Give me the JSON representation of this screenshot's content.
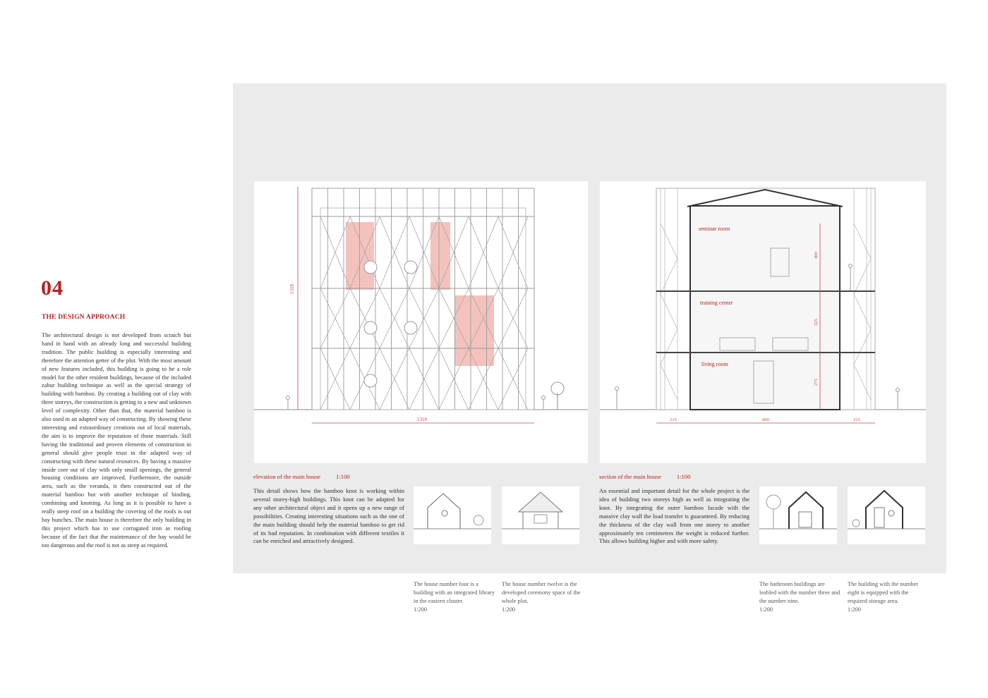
{
  "section": {
    "number": "04",
    "heading": "THE DESIGN APPROACH",
    "body": "The architectural design is not developed from scratch but hand in hand with an already long and successful building tradition. The public building is especially interesting and therefore the attention getter of the plot. With the most amount of new features included, this building is going to be a role model for the other resident buildings, because of the included zabur building technique as well as the special strategy of building with bamboo. By creating a building out of clay with three storeys, the construction is getting to a new and unknown level of complexity. Other than that, the material bamboo is also used in an adapted way of constructing. By showing these interesting and extraordinary creations out of local materials, the aim is to improve the reputation of those materials. Still having the traditional and proven elements of construction in general should give people trust in the adapted way of constructing with these natural resources. By having a massive inside core out of clay with only small openings, the general housing conditions are improved. Furthermore, the outside area, such as the veranda, is then constructed out of the material bamboo but with another technique of binding, combining and knotting. As long as it is possible to have a really steep roof on a building the covering of the roofs is out hay bunches. The main house is therefore the only building in this project which has to use corrugated iron as roofing because of the fact that the maintenance of the hay would be too dangerous and the roof is not as steep as required."
  },
  "elevation": {
    "caption": "elevation of the main house",
    "scale": "1:100",
    "dim_height": "1318",
    "dim_width": "1318",
    "text": "This detail shows how the bamboo knot is working within several storey-high buildings. This knot can be adapted for any other architectural object and it opens up a new range of possibilities. Creating interesting situations such as the one of the main building should help the material bamboo to get rid of its bad reputation. In combination with different textiles it can be enriched and attractively designed."
  },
  "section_view": {
    "caption": "section of the main house",
    "scale": "1:100",
    "rooms": [
      "seminar room",
      "training center",
      "living room"
    ],
    "dims_vertical": [
      "400",
      "325",
      "275"
    ],
    "dims_horizontal": [
      "215",
      "890",
      "215"
    ],
    "text": "An essential and important detail for the whole project is the idea of building two storeys high as well as integrating the knot. By integrating the outer bamboo facade with the massive clay wall the load transfer is guaranteed. By reducing the thickness of the clay wall from one storey to another approximately ten centimetres the weight is reduced further. This allows building higher and with more safety."
  },
  "thumbnails": [
    {
      "note": "The house number four is a building with an integrated library in the eastern cluster.",
      "scale": "1:200"
    },
    {
      "note": "The house number twelve is the developed ceremony space of the whole plot.",
      "scale": "1:200"
    },
    {
      "note": "The bathroom buildings are leabled with the number three and the number nine.",
      "scale": "1:200"
    },
    {
      "note": "The building with the number eight is equipped with the required storage area.",
      "scale": "1:200"
    }
  ],
  "colors": {
    "accent": "#b8201f",
    "panel": "#ebebeb",
    "sheet": "#ffffff",
    "line": "#8a8a8a"
  }
}
